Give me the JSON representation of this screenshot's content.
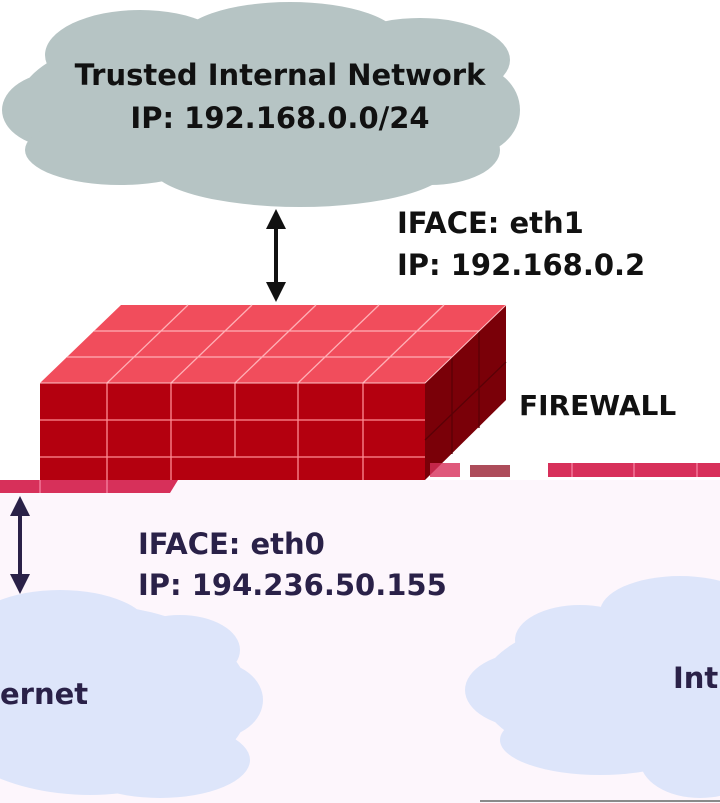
{
  "trusted_network": {
    "name": "Trusted Internal Network",
    "ip": "IP: 192.168.0.0/24"
  },
  "eth1": {
    "iface": "IFACE: eth1",
    "ip": "IP: 192.168.0.2"
  },
  "firewall": {
    "label": "FIREWALL"
  },
  "eth0": {
    "iface": "IFACE: eth0",
    "ip": "IP: 194.236.50.155"
  },
  "internet_left": {
    "label": "ernet"
  },
  "internet_right": {
    "label": "Int"
  },
  "colors": {
    "trusted_cloud": "#b6c4c4",
    "internet_cloud": "#dde5fa",
    "brick_front": "#b4000f",
    "brick_top": "#f14d5c",
    "brick_side": "#7a0008",
    "untrusted_bg": "#fdf6fc",
    "arrow_top": "#111111",
    "arrow_bottom": "#2a2148"
  }
}
